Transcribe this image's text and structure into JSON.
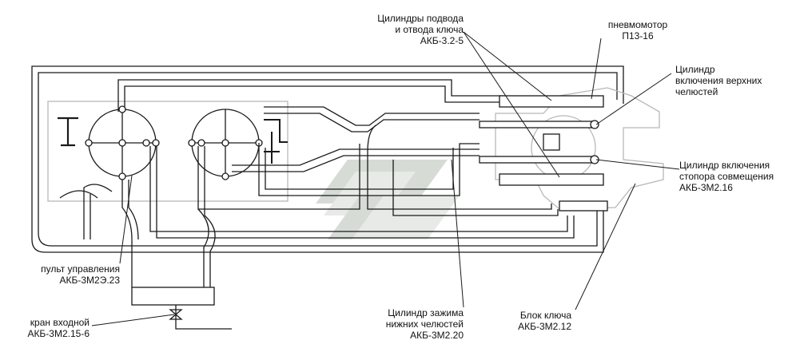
{
  "colors": {
    "line": "#1a1a1a",
    "fill": "#ffffff",
    "faint": "#b8b8b8",
    "watermark": "#c9d0c9"
  },
  "labels": {
    "cyl_supply": {
      "line1": "Цилиндры подвода",
      "line2": "и отвода ключа",
      "line3": "АКБ-3.2-5"
    },
    "pneumomotor": {
      "line1": "пневмомотор",
      "line2": "П13-16"
    },
    "cyl_upper": {
      "line1": "Цилиндр",
      "line2": "включения верхних",
      "line3": "челюстей"
    },
    "cyl_stopper": {
      "line1": "Цилиндр включения",
      "line2": "стопора совмещения",
      "line3": "АКБ-3М2.16"
    },
    "control_panel": {
      "line1": "пульт управления",
      "line2": "АКБ-3М2Э.23"
    },
    "inlet_valve": {
      "line1": "кран входной",
      "line2": "АКБ-3М2.15-6"
    },
    "cyl_lower": {
      "line1": "Цилиндр зажима",
      "line2": "нижних челюстей",
      "line3": "АКБ-3М2.20"
    },
    "key_block": {
      "line1": "Блок ключа",
      "line2": "АКБ-3М2.12"
    }
  }
}
